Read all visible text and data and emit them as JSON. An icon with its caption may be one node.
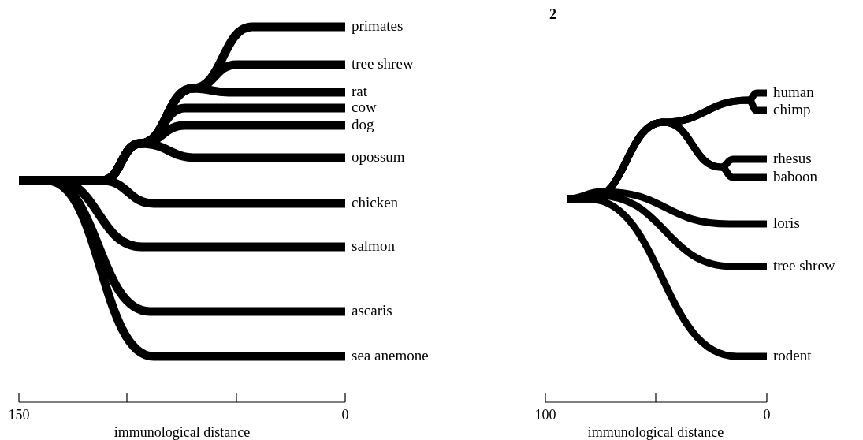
{
  "diagram": {
    "nodes": [
      {
        "text": [
          "primates"
        ]
      },
      {
        "text": [
          "tree shrew"
        ]
      },
      {
        "text": [
          "rat"
        ]
      },
      {
        "text": [
          "cow"
        ]
      },
      {
        "text": [
          "dog"
        ]
      },
      {
        "text": [
          "opossum"
        ]
      },
      {
        "text": [
          "chicken"
        ]
      },
      {
        "text": [
          "salmon"
        ]
      },
      {
        "text": [
          "ascaris"
        ]
      },
      {
        "text": [
          "sea anemone"
        ]
      },
      {
        "text": [
          "human"
        ]
      },
      {
        "text": [
          "chimp"
        ]
      },
      {
        "text": [
          "rhesus"
        ]
      },
      {
        "text": [
          "baboon"
        ]
      },
      {
        "text": [
          "loris"
        ]
      },
      {
        "text": [
          "tree shrew"
        ]
      },
      {
        "text": [
          "rodent"
        ]
      }
    ],
    "edges": [
      {
        "from": null,
        "to": 0,
        "arrow": "none"
      },
      {
        "from": null,
        "to": 1,
        "arrow": "none"
      },
      {
        "from": null,
        "to": 2,
        "arrow": "none"
      },
      {
        "from": null,
        "to": 3,
        "arrow": "none"
      },
      {
        "from": null,
        "to": 4,
        "arrow": "none"
      },
      {
        "from": null,
        "to": 5,
        "arrow": "none"
      },
      {
        "from": null,
        "to": 6,
        "arrow": "none"
      },
      {
        "from": null,
        "to": 7,
        "arrow": "none"
      },
      {
        "from": null,
        "to": 8,
        "arrow": "none"
      },
      {
        "from": null,
        "to": 9,
        "arrow": "none"
      },
      {
        "from": null,
        "to": 10,
        "arrow": "none"
      },
      {
        "from": null,
        "to": 11,
        "arrow": "none"
      },
      {
        "from": null,
        "to": 12,
        "arrow": "none"
      },
      {
        "from": null,
        "to": 13,
        "arrow": "none"
      },
      {
        "from": null,
        "to": 14,
        "arrow": "none"
      },
      {
        "from": null,
        "to": 15,
        "arrow": "none"
      },
      {
        "from": null,
        "to": 16,
        "arrow": "none"
      }
    ],
    "labels": [
      "2",
      "150",
      "0",
      "immunological distance",
      "100",
      "0",
      "immunological distance"
    ]
  }
}
